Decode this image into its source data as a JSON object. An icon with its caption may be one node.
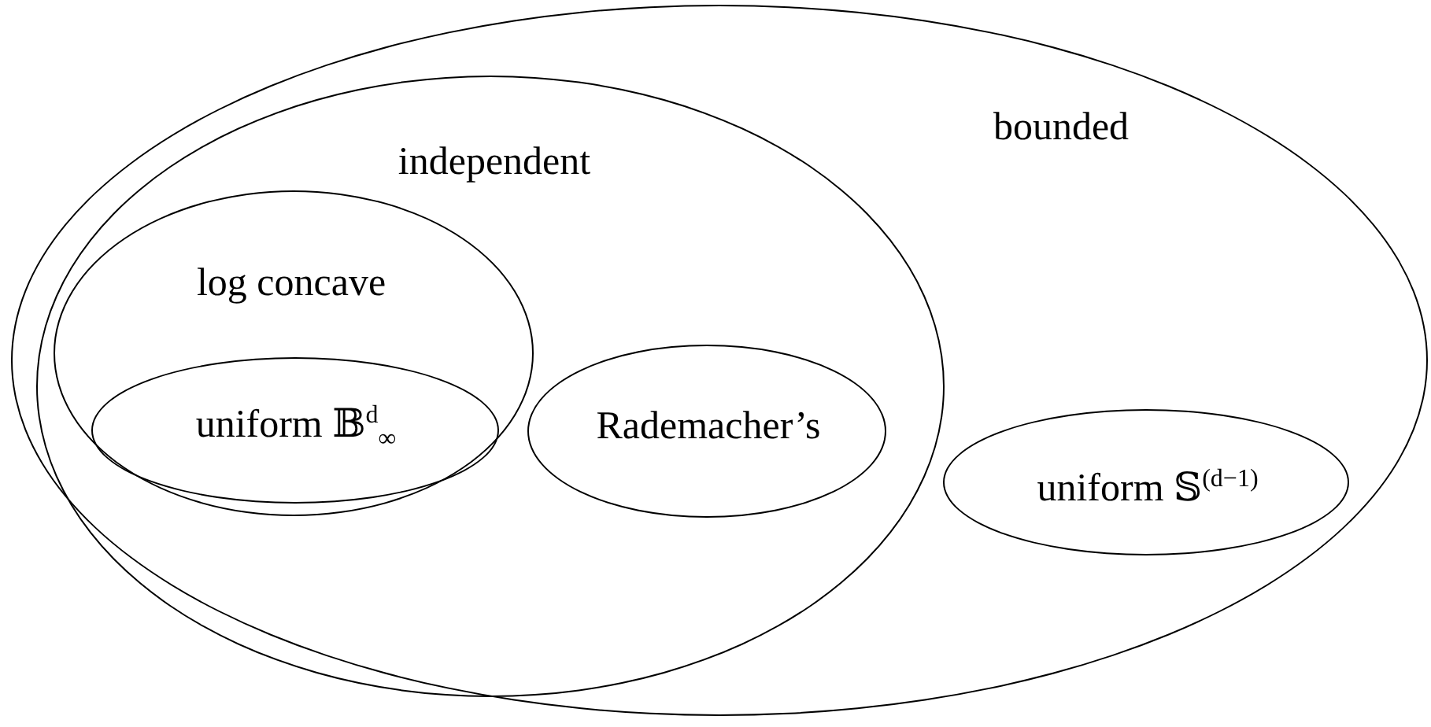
{
  "diagram": {
    "nodes": [
      {
        "text": [
          "bounded"
        ]
      },
      {
        "text": [
          "independent"
        ],
        "in": 0
      },
      {
        "text": [
          "log concave"
        ],
        "in": 1
      },
      {
        "text": [
          "uniform 𝔹$^{d}$$_{∞}$"
        ],
        "in": 2
      },
      {
        "text": [
          "Rademacher’s"
        ],
        "in": 1
      },
      {
        "text": [
          "uniform 𝕊$^{(d−1)}$"
        ],
        "in": 0
      }
    ]
  }
}
